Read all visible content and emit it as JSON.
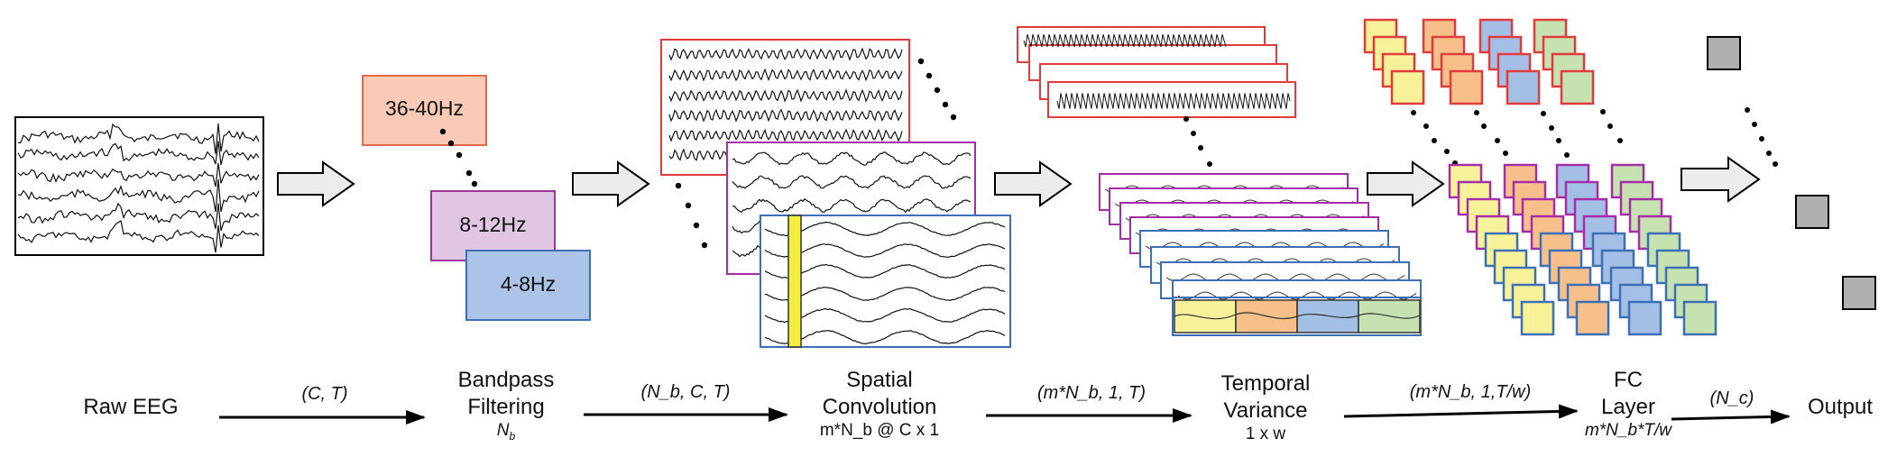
{
  "bands": {
    "band1": "36-40Hz",
    "band2": "8-12Hz",
    "band3": "4-8Hz"
  },
  "stages": {
    "raw": {
      "title": "Raw EEG"
    },
    "bandpass": {
      "title_line1": "Bandpass",
      "title_line2": "Filtering",
      "sub": "N",
      "sub_index": "b"
    },
    "spatial": {
      "title_line1": "Spatial",
      "title_line2": "Convolution",
      "sub": "m*N_b @ C x 1"
    },
    "temporal": {
      "title_line1": "Temporal",
      "title_line2": "Variance",
      "sub": "1 x w"
    },
    "fc": {
      "title_line1": "FC",
      "title_line2": "Layer",
      "sub": "m*N_b*T/w"
    },
    "output": {
      "title": "Output"
    }
  },
  "shapes": {
    "s1": "(C, T)",
    "s2": "(N_b, C, T)",
    "s3": "(m*N_b, 1, T)",
    "s4": "(m*N_b, 1,T/w)",
    "s5": "(N_c)"
  },
  "colors": {
    "band_high_fill": "#f9cbb6",
    "band_high_stroke": "#e06b4a",
    "band_mid_fill": "#e0c6e3",
    "band_mid_stroke": "#a0359e",
    "band_low_fill": "#abc4e8",
    "band_low_stroke": "#3f6db5",
    "red_frame": "#e23b3b",
    "purple_frame": "#a52ea8",
    "blue_frame": "#3d6fb6",
    "yellow": "#f7f29a",
    "orange": "#f7c08a",
    "blue_fill": "#a4bfe6",
    "green": "#c7e2b1",
    "gray_box": "#b0b0b0"
  }
}
